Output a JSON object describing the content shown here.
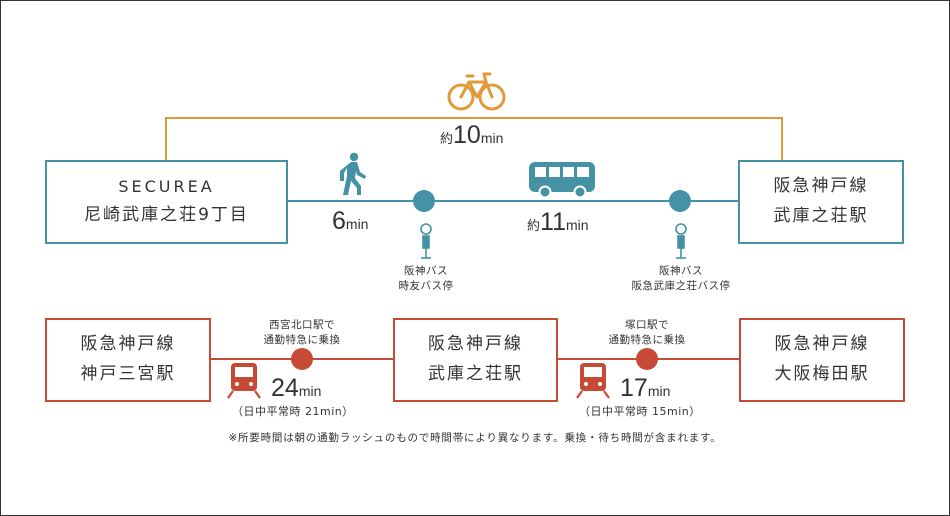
{
  "colors": {
    "bicycle": "#e09a3a",
    "walk_bus": "#4592a4",
    "train": "#c74a37",
    "text": "#333333"
  },
  "bicycle": {
    "icon": "bicycle-icon",
    "time_prefix": "約",
    "time_value": "10",
    "time_unit": "min"
  },
  "origin": {
    "line1": "SECUREA",
    "line2": "尼崎武庫之荘9丁目"
  },
  "destination_top": {
    "line1": "阪急神戸線",
    "line2": "武庫之荘駅"
  },
  "walk": {
    "icon": "walking-person-icon",
    "time_value": "6",
    "time_unit": "min"
  },
  "bus": {
    "icon": "bus-icon",
    "time_prefix": "約",
    "time_value": "11",
    "time_unit": "min",
    "stop_from": {
      "line1": "阪神バス",
      "line2": "時友バス停"
    },
    "stop_to": {
      "line1": "阪神バス",
      "line2": "阪急武庫之荘バス停"
    }
  },
  "train_route": {
    "station_left": {
      "line1": "阪急神戸線",
      "line2": "神戸三宮駅"
    },
    "station_center": {
      "line1": "阪急神戸線",
      "line2": "武庫之荘駅"
    },
    "station_right": {
      "line1": "阪急神戸線",
      "line2": "大阪梅田駅"
    },
    "segment_left": {
      "transfer_line1": "西宮北口駅で",
      "transfer_line2": "通勤特急に乗換",
      "time_value": "24",
      "time_unit": "min",
      "daytime": "（日中平常時 21min）"
    },
    "segment_right": {
      "transfer_line1": "塚口駅で",
      "transfer_line2": "通勤特急に乗換",
      "time_value": "17",
      "time_unit": "min",
      "daytime": "（日中平常時 15min）"
    },
    "train_icon": "train-icon"
  },
  "footnote": "※所要時間は朝の通勤ラッシュのもので時間帯により異なります。乗換・待ち時間が含まれます。"
}
